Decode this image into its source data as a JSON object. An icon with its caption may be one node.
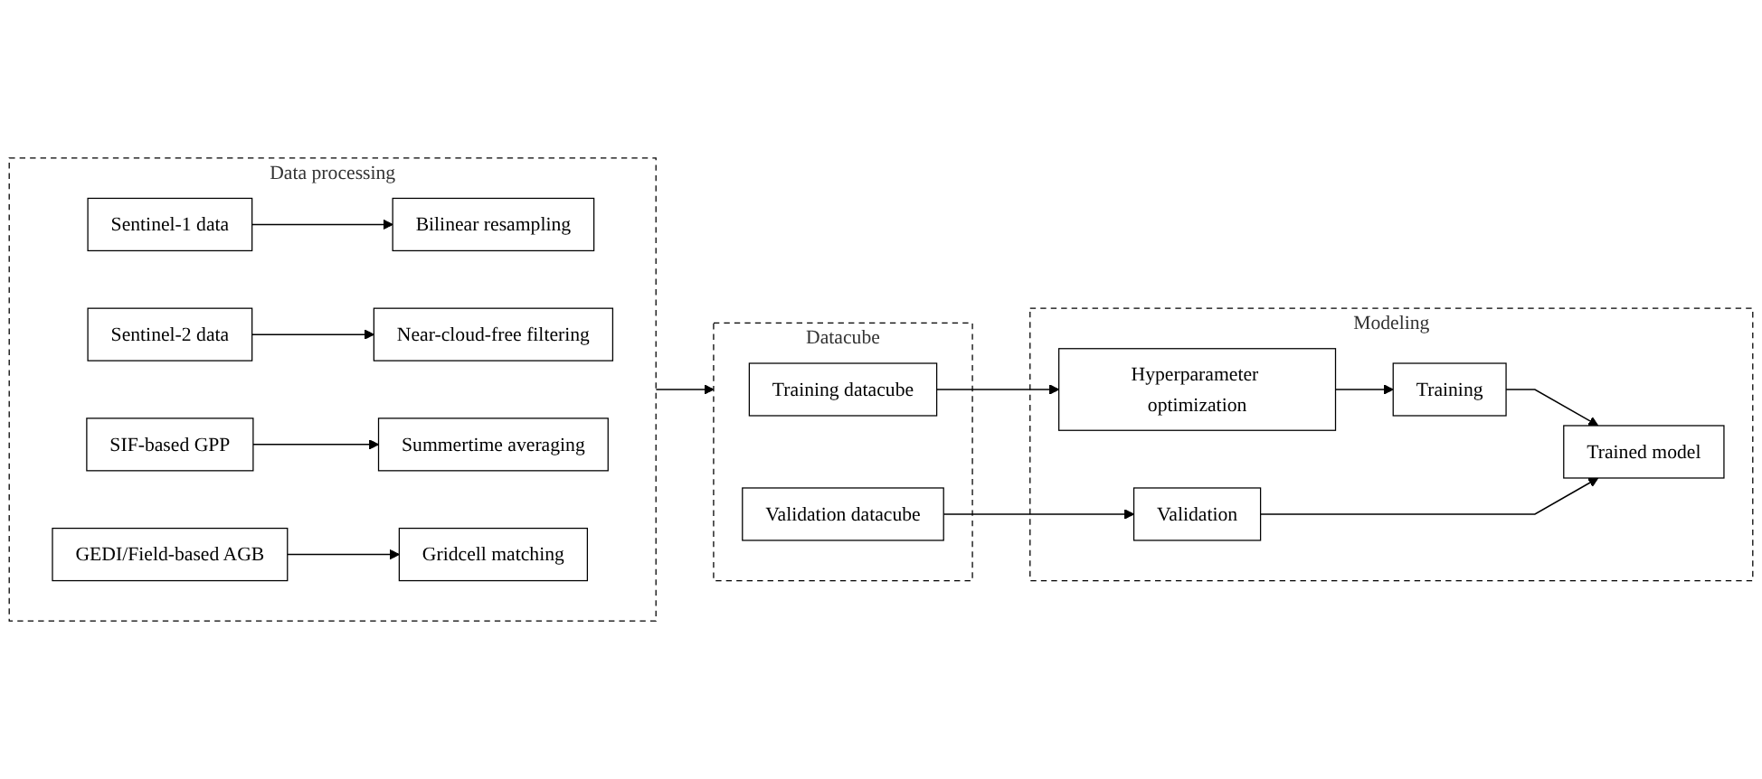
{
  "diagram": {
    "nodes": [
      {
        "text": [
          "Data processing"
        ]
      },
      {
        "text": [
          "Sentinel-1 data"
        ],
        "in": 0
      },
      {
        "text": [
          "Bilinear resampling"
        ],
        "in": 0
      },
      {
        "text": [
          "Sentinel-2 data"
        ],
        "in": 0
      },
      {
        "text": [
          "Near-cloud-free filtering"
        ],
        "in": 0
      },
      {
        "text": [
          "SIF-based GPP"
        ],
        "in": 0
      },
      {
        "text": [
          "Summertime averaging"
        ],
        "in": 0
      },
      {
        "text": [
          "GEDI/Field-based AGB"
        ],
        "in": 0
      },
      {
        "text": [
          "Gridcell matching"
        ],
        "in": 0
      },
      {
        "text": [
          "Datacube"
        ]
      },
      {
        "text": [
          "Training datacube"
        ],
        "in": 9
      },
      {
        "text": [
          "Validation datacube"
        ],
        "in": 9
      },
      {
        "text": [
          "Modeling"
        ]
      },
      {
        "text": [
          "Hyperparameter optimization"
        ],
        "in": 12
      },
      {
        "text": [
          "Training"
        ],
        "in": 12
      },
      {
        "text": [
          "Trained model"
        ],
        "in": 12
      },
      {
        "text": [
          "Validation"
        ],
        "in": 12
      }
    ],
    "edges": [
      {
        "from": 1,
        "to": 2,
        "arrow": "to"
      },
      {
        "from": 3,
        "to": 4,
        "arrow": "to"
      },
      {
        "from": 5,
        "to": 6,
        "arrow": "to"
      },
      {
        "from": 7,
        "to": 8,
        "arrow": "to"
      },
      {
        "from": 0,
        "to": 9,
        "arrow": "to"
      },
      {
        "from": 10,
        "to": 13,
        "arrow": "to"
      },
      {
        "from": 11,
        "to": 16,
        "arrow": "to"
      },
      {
        "from": 13,
        "to": 14,
        "arrow": "to"
      },
      {
        "from": 14,
        "to": 15,
        "arrow": "to"
      },
      {
        "from": 16,
        "to": 15,
        "arrow": "to"
      }
    ]
  }
}
